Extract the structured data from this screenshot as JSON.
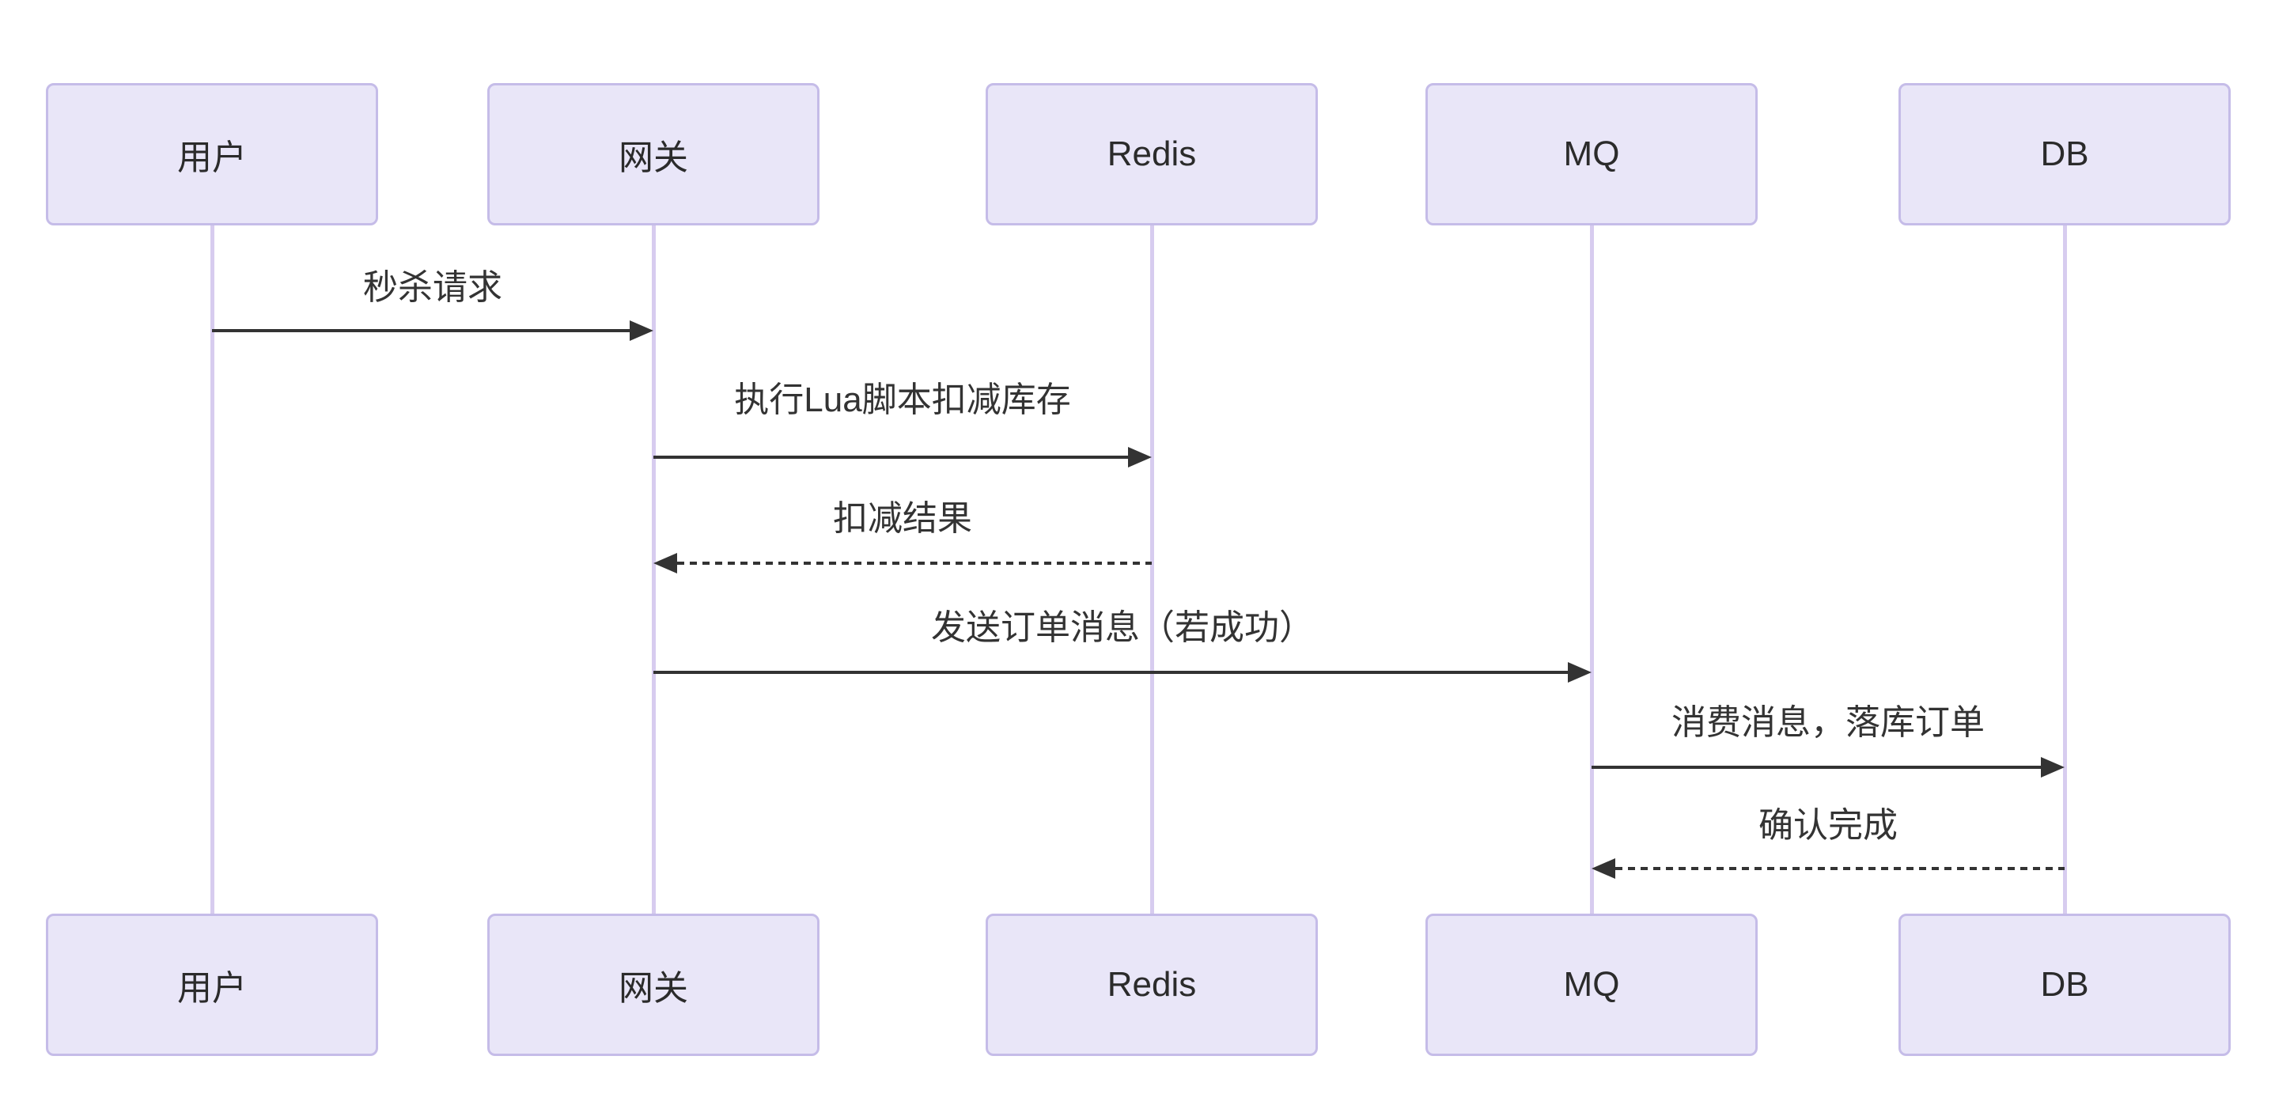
{
  "diagram": {
    "type": "sequence",
    "actors": [
      {
        "id": "user",
        "label": "用户"
      },
      {
        "id": "gateway",
        "label": "网关"
      },
      {
        "id": "redis",
        "label": "Redis"
      },
      {
        "id": "mq",
        "label": "MQ"
      },
      {
        "id": "db",
        "label": "DB"
      }
    ],
    "messages": [
      {
        "from": "用户",
        "to": "网关",
        "label": "秒杀请求",
        "style": "solid",
        "direction": "right"
      },
      {
        "from": "网关",
        "to": "Redis",
        "label": "执行Lua脚本扣减库存",
        "style": "solid",
        "direction": "right"
      },
      {
        "from": "Redis",
        "to": "网关",
        "label": "扣减结果",
        "style": "dashed",
        "direction": "left"
      },
      {
        "from": "网关",
        "to": "MQ",
        "label": "发送订单消息（若成功）",
        "style": "solid",
        "direction": "right"
      },
      {
        "from": "MQ",
        "to": "DB",
        "label": "消费消息，落库订单",
        "style": "solid",
        "direction": "right"
      },
      {
        "from": "DB",
        "to": "MQ",
        "label": "确认完成",
        "style": "dashed",
        "direction": "left"
      }
    ],
    "colors": {
      "background": "#ffffff",
      "actor_fill": "#e9e6f8",
      "actor_border": "#c5bce8",
      "lifeline": "#d7ccef",
      "arrow": "#333333",
      "text": "#333333"
    }
  }
}
